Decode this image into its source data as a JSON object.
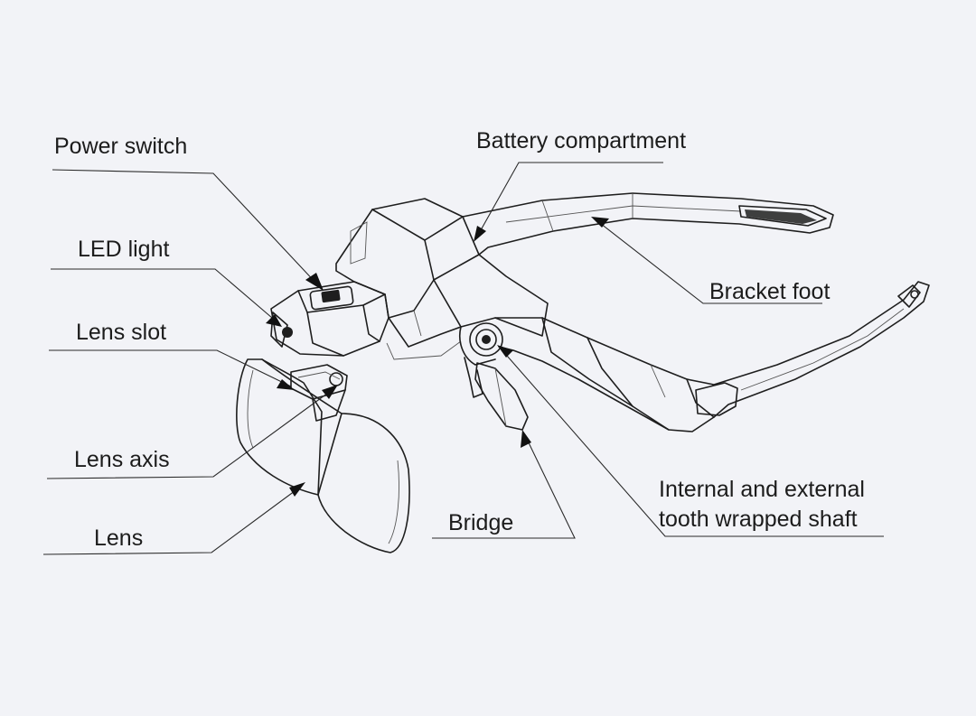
{
  "labels": {
    "power_switch": "Power switch",
    "led_light": "LED light",
    "lens_slot": "Lens slot",
    "lens_axis": "Lens axis",
    "lens": "Lens",
    "battery_compartment": "Battery compartment",
    "bracket_foot": "Bracket foot",
    "bridge": "Bridge",
    "shaft_line1": "Internal and external",
    "shaft_line2": "tooth wrapped shaft"
  },
  "colors": {
    "background": "#f2f3f7",
    "ink": "#1e1e1e"
  }
}
